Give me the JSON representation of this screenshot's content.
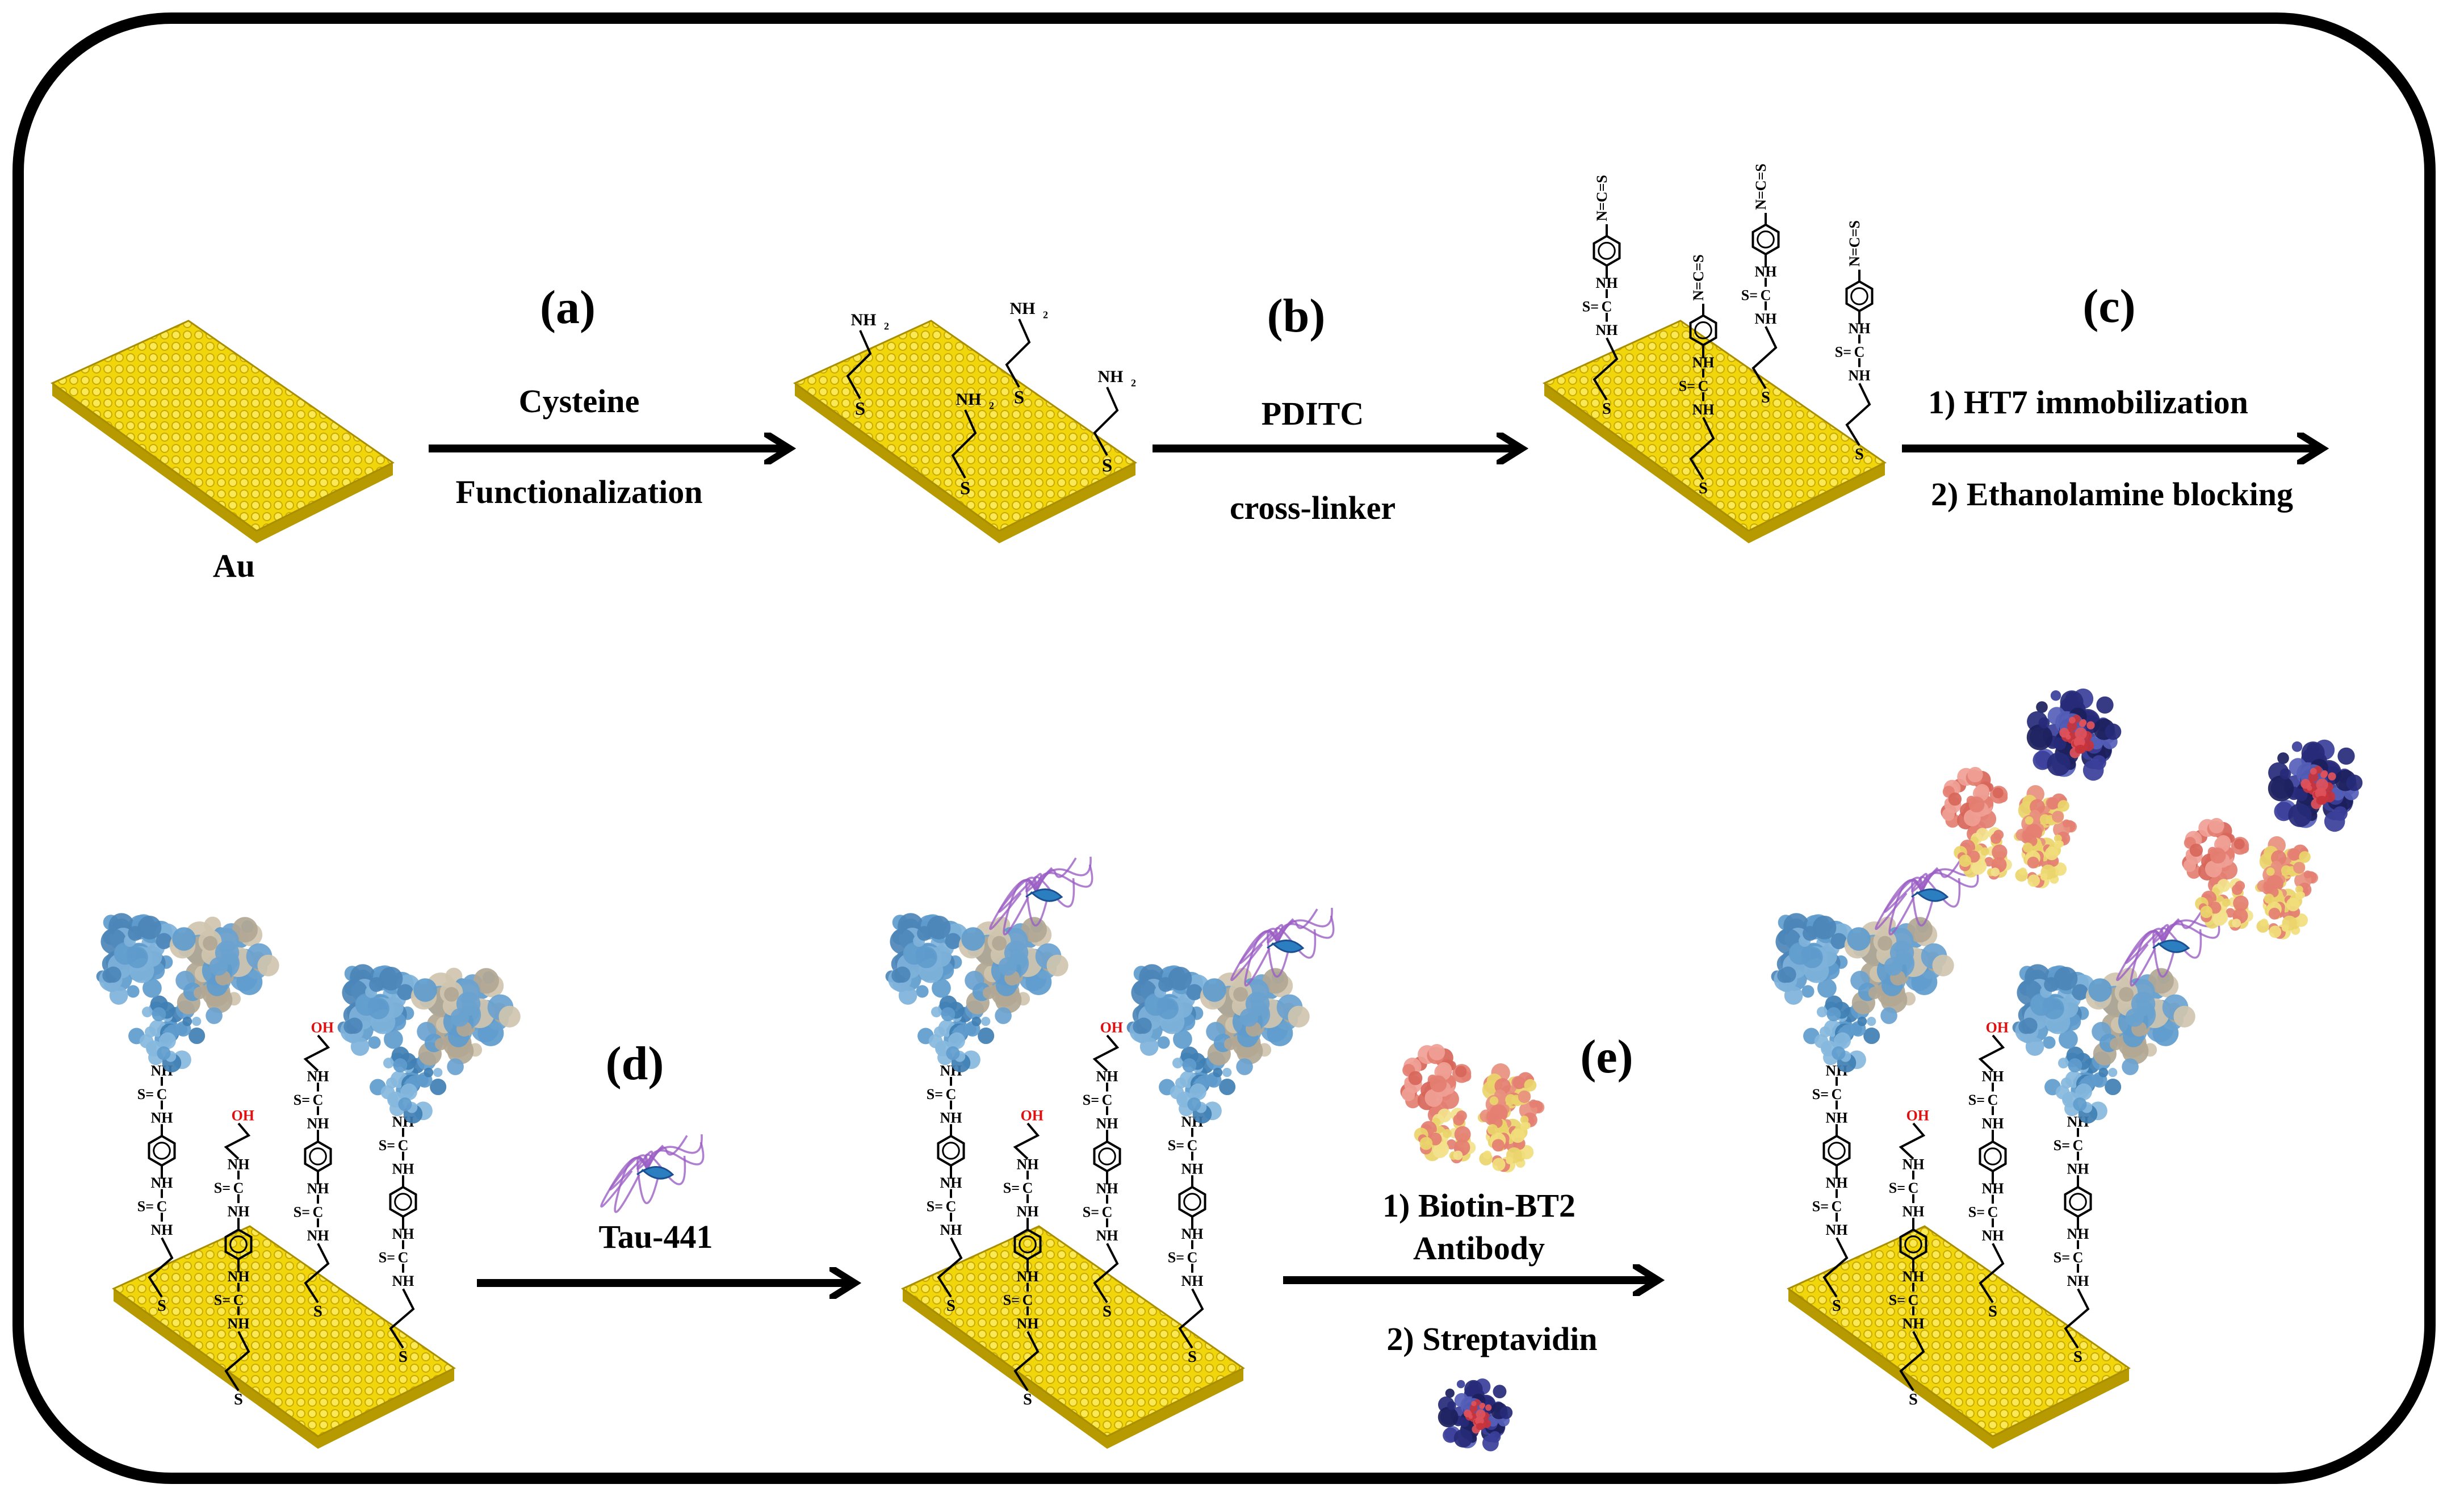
{
  "step_labels": {
    "a": "(a)",
    "b": "(b)",
    "c": "(c)",
    "d": "(d)",
    "e": "(e)"
  },
  "arrow_labels": {
    "a_line1": "Cysteine",
    "a_line2": "Functionalization",
    "b_line1": "PDITC",
    "b_line2": "cross-linker",
    "c_line1": "1) HT7 immobilization",
    "c_line2": "2) Ethanolamine blocking",
    "d_line1": "Tau-441",
    "e_line1": "1) Biotin-BT2",
    "e_line2": "Antibody",
    "e_line3": "2) Streptavidin"
  },
  "substrate_label": "Au",
  "chemistry": {
    "amine": "NH",
    "amine_sub": "2",
    "sulfur": "S",
    "nh": "NH",
    "isothiocyanate": "N=C=S",
    "thiourea_s": "S=",
    "thiourea_c": "C",
    "hydroxyl": "OH"
  },
  "colors": {
    "gold": "#f2d60c",
    "gold_dark": "#b69a00",
    "antibody_blue": "#5f9ccd",
    "antibody_grey": "#b2a794",
    "tau_purple": "#9b5fc4",
    "biotin_salmon": "#e47f72",
    "biotin_yellow": "#ead56b",
    "streptavidin_navy": "#262a78",
    "streptavidin_red": "#c8343c",
    "hydroxyl_red": "#e01010",
    "ink": "#000000"
  },
  "icons": [
    "gold-surface-icon",
    "antibody-icon",
    "tau-protein-icon",
    "biotin-antibody-icon",
    "streptavidin-icon"
  ]
}
